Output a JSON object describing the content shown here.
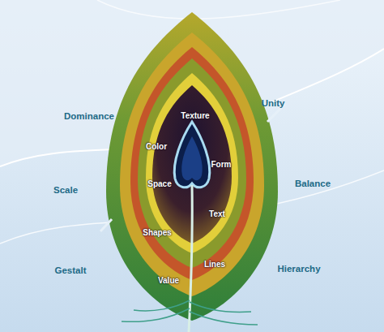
{
  "diagram": {
    "labels": [
      "Texture",
      "Dominance",
      "Unity",
      "Color",
      "Form",
      "Scale",
      "Space",
      "Balance",
      "Text",
      "Shapes",
      "Gestalt",
      "Lines",
      "Hierarchy",
      "Value"
    ]
  }
}
